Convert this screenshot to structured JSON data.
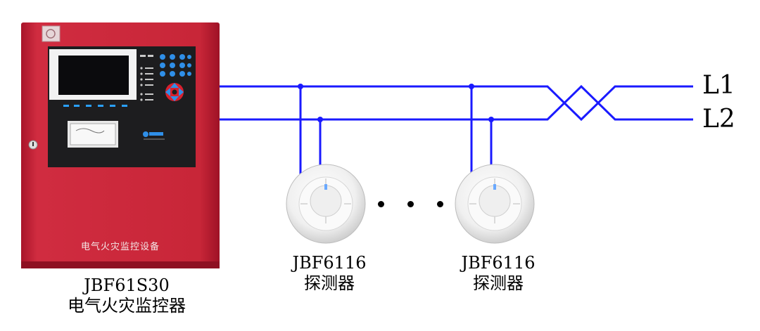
{
  "cabinet": {
    "panel_caption": "电气火灾监控设备",
    "model": "JBF61S30",
    "name": "电气火灾监控器"
  },
  "lines": {
    "l1": "L1",
    "l2": "L2"
  },
  "detectors": [
    {
      "model": "JBF6116",
      "name": "探测器"
    },
    {
      "model": "JBF6116",
      "name": "探测器"
    }
  ],
  "colors": {
    "wire": "#1a1aff",
    "cabinet": "#c8283a"
  }
}
